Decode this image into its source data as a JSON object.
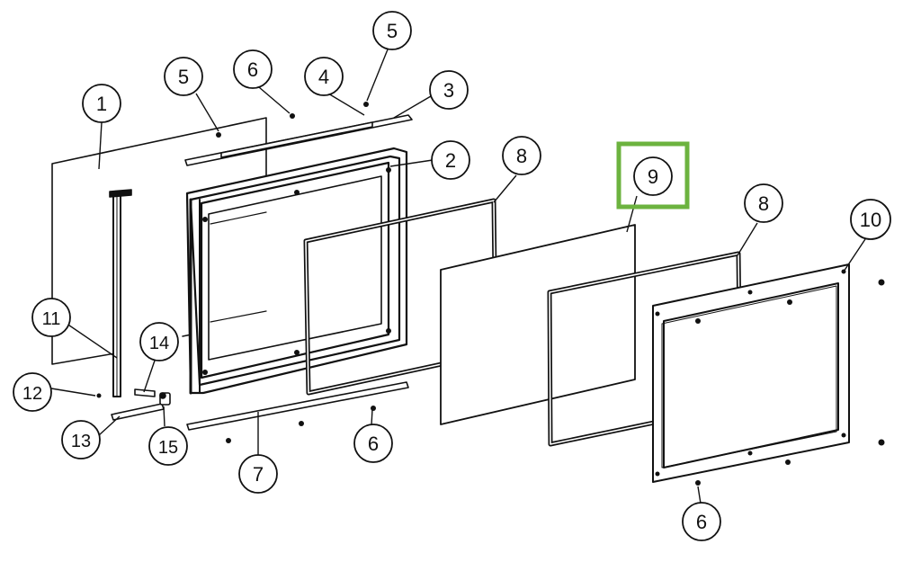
{
  "callouts": [
    "1",
    "2",
    "3",
    "4",
    "5",
    "5",
    "6",
    "6",
    "6",
    "7",
    "8",
    "8",
    "9",
    "10",
    "11",
    "12",
    "13",
    "14",
    "15"
  ],
  "highlight": {
    "callout": "9",
    "color": "#6cb33f"
  },
  "colors": {
    "line": "#111111",
    "background": "#ffffff"
  }
}
